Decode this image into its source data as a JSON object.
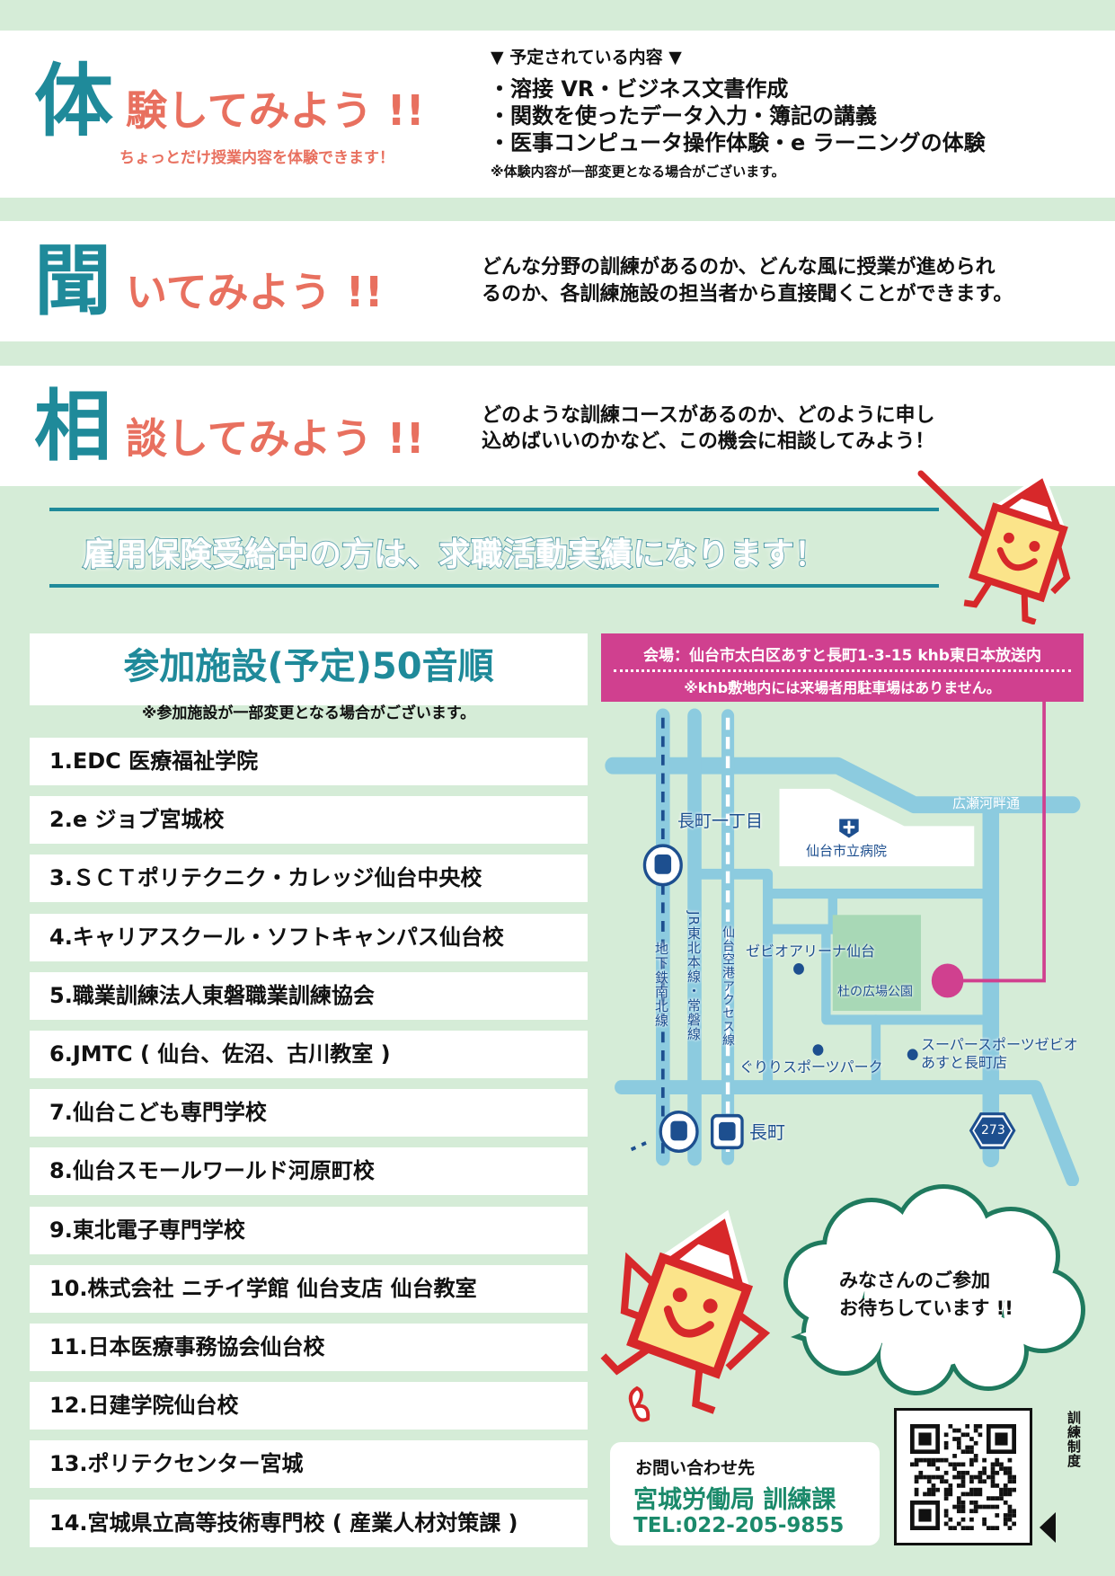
{
  "sections": [
    {
      "kanji": "体",
      "rest": "験してみよう !!",
      "sub": "ちょっとだけ授業内容を体験できます！",
      "heading": "▼ 予定されている内容 ▼",
      "bullets": [
        "・溶接 VR・ビジネス文書作成",
        "・関数を使ったデータ入力・簿記の講義",
        "・医事コンピュータ操作体験・e ラーニングの体験"
      ],
      "note": "※体験内容が一部変更となる場合がございます。"
    },
    {
      "kanji": "聞",
      "rest": "いてみよう !!",
      "lines": [
        "どんな分野の訓練があるのか、どんな風に授業が進められ",
        "るのか、各訓練施設の担当者から直接聞くことができます。"
      ]
    },
    {
      "kanji": "相",
      "rest": "談してみよう !!",
      "lines": [
        "どのような訓練コースがあるのか、どのように申し",
        "込めばいいのかなど、この機会に相談してみよう！"
      ]
    }
  ],
  "banner": "雇用保険受給中の方は、求職活動実績になります！",
  "facilities": {
    "title": "参加施設(予定)50音順",
    "note": "※参加施設が一部変更となる場合がございます。",
    "items": [
      "1.EDC 医療福祉学院",
      "2.e ジョブ宮城校",
      "3.ＳＣＴポリテクニク・カレッジ仙台中央校",
      "4.キャリアスクール・ソフトキャンパス仙台校",
      "5.職業訓練法人東磐職業訓練協会",
      "6.JMTC ( 仙台、佐沼、古川教室 )",
      "7.仙台こども専門学校",
      "8.仙台スモールワールド河原町校",
      "9.東北電子専門学校",
      "10.株式会社 ニチイ学館 仙台支店 仙台教室",
      "11.日本医療事務協会仙台校",
      "12.日建学院仙台校",
      "13.ポリテクセンター宮城",
      "14.宮城県立高等技術専門校 ( 産業人材対策課 )"
    ]
  },
  "venue": {
    "line1": "会場：仙台市太白区あすと長町1-3-15 khb東日本放送内",
    "line2": "※khb敷地内には来場者用駐車場はありません。"
  },
  "map": {
    "nagamachi1": "長町一丁目",
    "hospital": "仙台市立病院",
    "river_road": "広瀬河畔通",
    "arena": "ゼビオアリーナ仙台",
    "park": "杜の広場公園",
    "sports_park": "ぐりりスポーツパーク",
    "xebio1": "スーパースポーツゼビオ",
    "xebio2": "あすと長町店",
    "station": "長町",
    "route": "273",
    "subway": "地下鉄南北線",
    "jr": "JR東北本線・常磐線",
    "airport": "仙台空港アクセス線"
  },
  "bubble": [
    "みなさんのご参加",
    "お待ちしています !!"
  ],
  "contact": {
    "label": "お問い合わせ先",
    "org": "宮城労働局 訓練課",
    "tel": "TEL:022-205-9855"
  },
  "qr_label": "訓練制度",
  "colors": {
    "teal": "#1f8a9a",
    "coral": "#e8705f",
    "bg": "#d5ecd7",
    "pink": "#d0408f",
    "road": "#8ccbdf",
    "navy": "#1d4f8f"
  }
}
